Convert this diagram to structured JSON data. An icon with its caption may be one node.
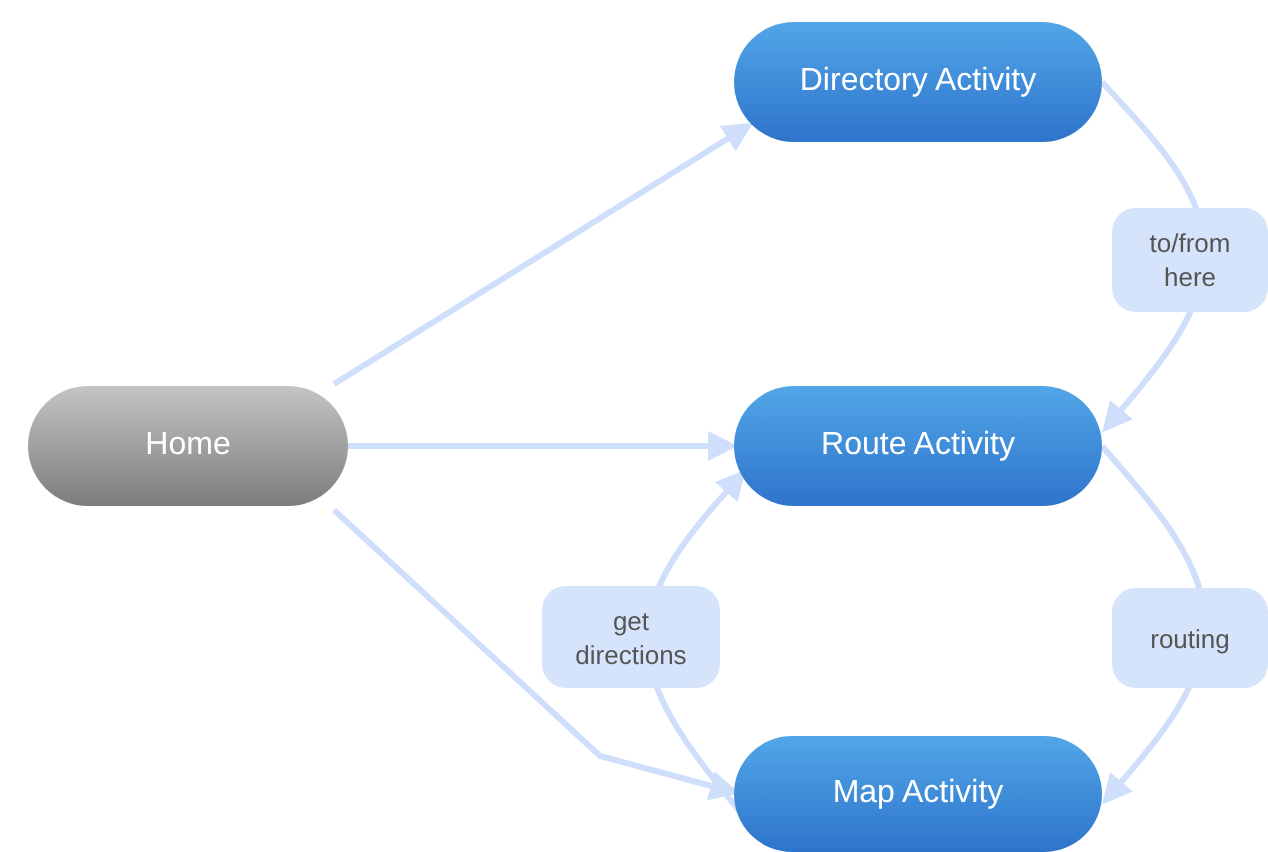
{
  "diagram": {
    "nodes": [
      {
        "text": [
          "Home"
        ]
      },
      {
        "text": [
          "Directory Activity"
        ]
      },
      {
        "text": [
          "Route Activity"
        ]
      },
      {
        "text": [
          "Map Activity"
        ]
      }
    ],
    "edges": [
      {
        "from": 0,
        "to": 1,
        "arrow": "to"
      },
      {
        "from": 0,
        "to": 2,
        "arrow": "to"
      },
      {
        "from": 0,
        "to": 3,
        "arrow": "to"
      },
      {
        "from": 1,
        "to": 2,
        "arrow": "to",
        "label": "to/from here"
      },
      {
        "from": 2,
        "to": 3,
        "arrow": "to",
        "label": "routing"
      },
      {
        "from": 3,
        "to": 2,
        "arrow": "to",
        "label": "get directions"
      }
    ]
  }
}
